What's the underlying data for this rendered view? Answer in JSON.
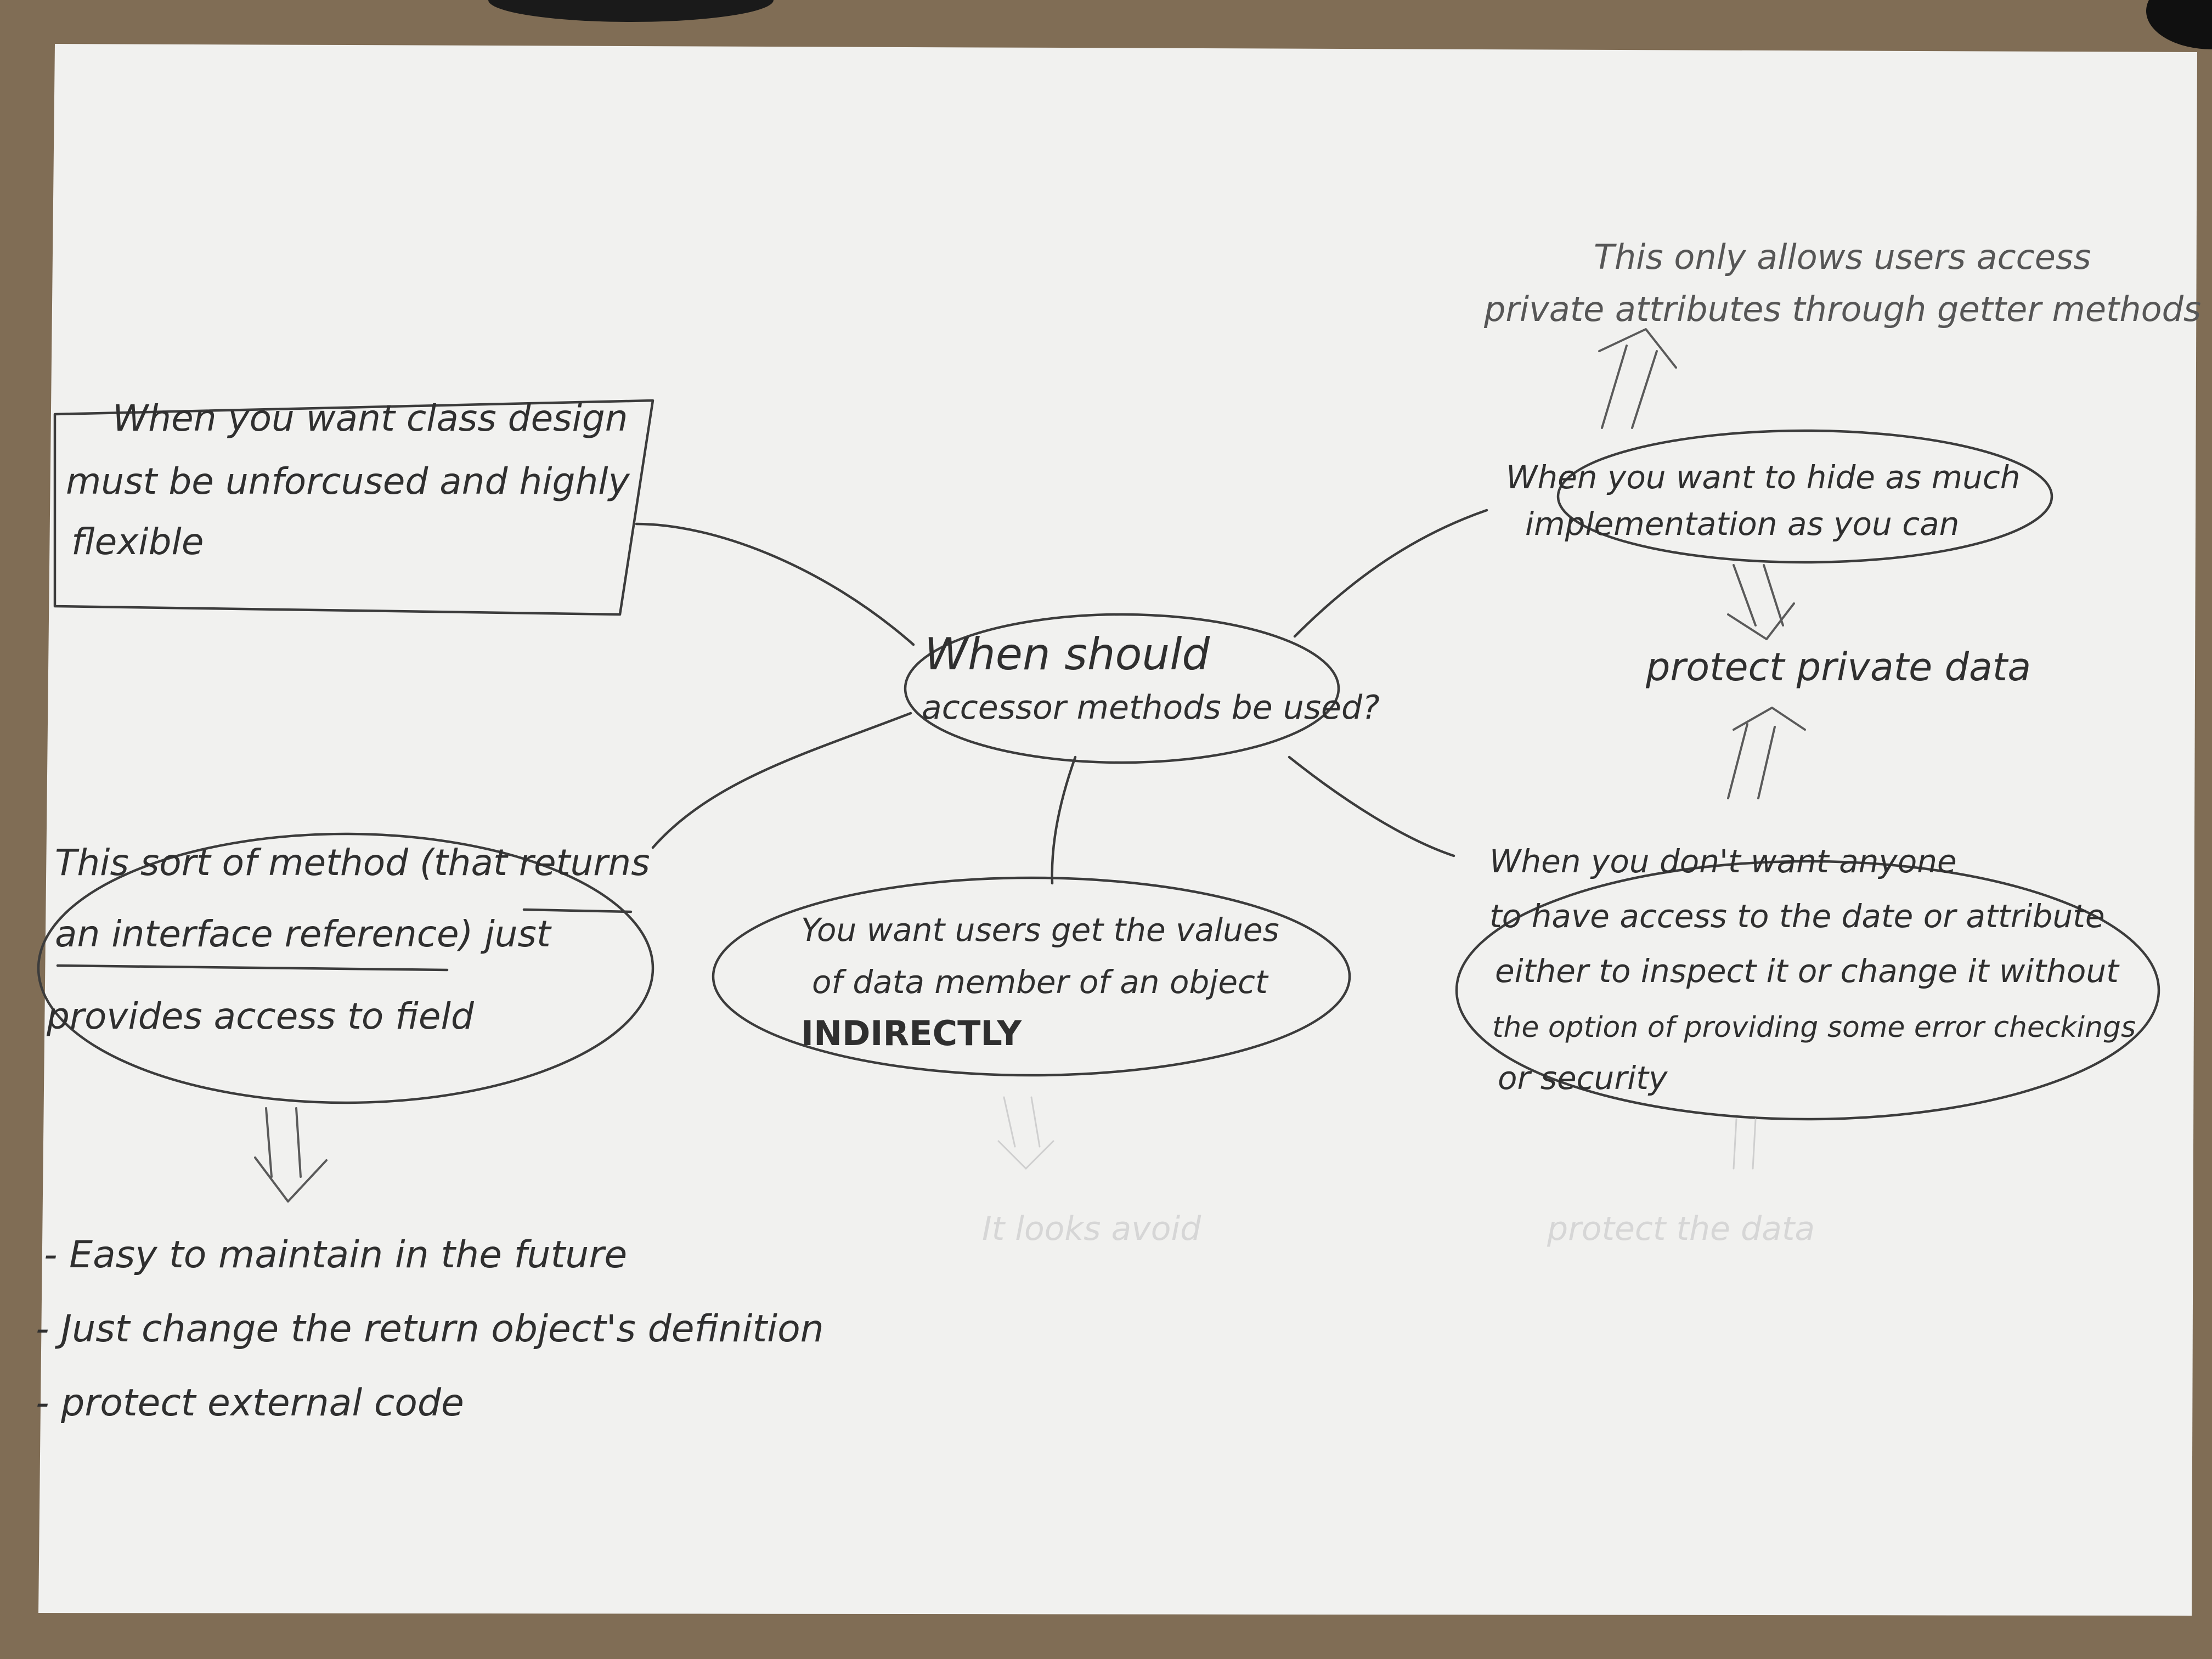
{
  "center": {
    "line1": "When should",
    "line2": "accessor methods be used?"
  },
  "top_left": {
    "line1": "When you want class design",
    "line2": "must be unforcused and highly",
    "line3": "flexible"
  },
  "top_right": {
    "line1": "When you want to hide as much",
    "line2": "implementation as you can"
  },
  "top_right_note": {
    "line1": "This only allows users access",
    "line2": "private attributes through getter methods"
  },
  "protect_private": "protect private data",
  "bottom_left": {
    "line1_a": "This sort of method (that ",
    "line1_b": "returns",
    "line2_a": "an interface reference",
    "line2_b": ") just",
    "line3": "provides access to field"
  },
  "bottom_left_benefits": [
    "- Easy to maintain in the future",
    "- Just change the return object's definition",
    "- protect external code"
  ],
  "bottom_center": {
    "line1": "You want users get the values",
    "line2": "of data member of an object",
    "line3": "INDIRECTLY"
  },
  "bottom_right": {
    "line1": "When you don't want anyone",
    "line2": "to have access to the date or attribute",
    "line3": "either to inspect it or change it without",
    "line4": "the option of providing some error checkings",
    "line5": "or security"
  },
  "ghost_bottom_center": "It looks avoid",
  "ghost_bottom_right": "protect the data"
}
